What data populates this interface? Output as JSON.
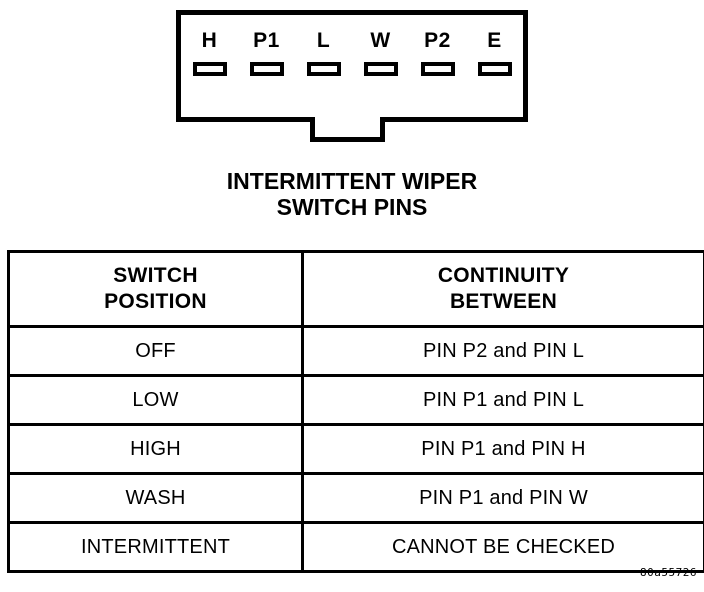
{
  "connector": {
    "pins": [
      "H",
      "P1",
      "L",
      "W",
      "P2",
      "E"
    ]
  },
  "caption": {
    "line1": "INTERMITTENT WIPER",
    "line2": "SWITCH PINS"
  },
  "table": {
    "headers": {
      "left_line1": "SWITCH",
      "left_line2": "POSITION",
      "right_line1": "CONTINUITY",
      "right_line2": "BETWEEN"
    },
    "rows": [
      {
        "position": "OFF",
        "continuity": "PIN P2 and PIN L"
      },
      {
        "position": "LOW",
        "continuity": "PIN P1 and PIN L"
      },
      {
        "position": "HIGH",
        "continuity": "PIN P1 and PIN H"
      },
      {
        "position": "WASH",
        "continuity": "PIN P1 and PIN W"
      },
      {
        "position": "INTERMITTENT",
        "continuity": "CANNOT BE CHECKED"
      }
    ]
  },
  "figure_id": "80a55726",
  "colors": {
    "ink": "#000000",
    "paper": "#ffffff"
  }
}
